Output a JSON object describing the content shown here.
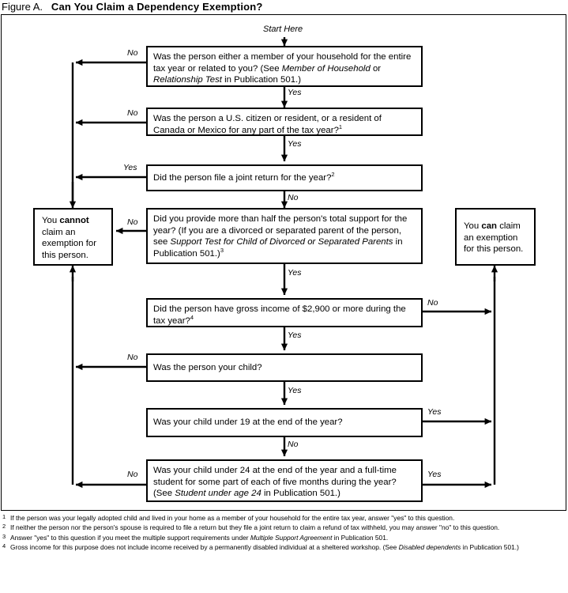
{
  "figure": {
    "label": "Figure A.",
    "title": "Can You Claim a Dependency Exemption?",
    "start_label": "Start Here"
  },
  "diagram": {
    "type": "flowchart",
    "orientation": "top-to-bottom",
    "outcomes": {
      "negative": {
        "id": "cannot",
        "text_prefix": "You ",
        "text_bold": "cannot",
        "text_rest": " claim an exemption for this person."
      },
      "positive": {
        "id": "can",
        "text_prefix": "You ",
        "text_bold": "can",
        "text_rest": " claim an exemption for this person."
      }
    },
    "steps": [
      {
        "id": "q1",
        "text": "Was the person either a member of your household for the entire tax year or related to you? (See Member of Household or Relationship Test in Publication 501.)",
        "yes": "q2",
        "no": "cannot",
        "no_label": "No",
        "yes_label": "Yes"
      },
      {
        "id": "q2",
        "text": "Was the person a U.S. citizen or resident, or a resident of Canada or Mexico for any part of the tax year?",
        "footnote": "1",
        "yes": "q3",
        "no": "cannot",
        "no_label": "No",
        "yes_label": "Yes"
      },
      {
        "id": "q3",
        "text": "Did the person file a joint return for the year?",
        "footnote": "2",
        "yes": "cannot",
        "no": "q4",
        "yes_label": "Yes",
        "no_label": "No"
      },
      {
        "id": "q4",
        "text": "Did you provide more than half the person's total support for the year? (If you are a divorced or separated parent of the person, see Support Test for Child of Divorced or Separated Parents in Publication 501.)",
        "footnote": "3",
        "yes": "q5",
        "no": "cannot",
        "no_label": "No",
        "yes_label": "Yes"
      },
      {
        "id": "q5",
        "text": "Did the person have gross income of $2,900 or more during the tax year?",
        "footnote": "4",
        "yes": "q6",
        "no": "can",
        "no_label": "No",
        "yes_label": "Yes"
      },
      {
        "id": "q6",
        "text": "Was the person your child?",
        "yes": "q7",
        "no": "cannot",
        "no_label": "No",
        "yes_label": "Yes"
      },
      {
        "id": "q7",
        "text": "Was your child under 19 at the end of the year?",
        "yes": "can",
        "no": "q8",
        "yes_label": "Yes",
        "no_label": "No"
      },
      {
        "id": "q8",
        "text": "Was your child under 24 at the end of the year and a full-time student for some part of each of five months during the year? (See Student under age 24 in Publication 501.)",
        "yes": "can",
        "no": "cannot",
        "yes_label": "Yes",
        "no_label": "No"
      }
    ]
  },
  "boxes": {
    "q1": {
      "line1": "Was the person either a member of your household for the entire",
      "line2a": "tax year or related to you? (See ",
      "line2i": "Member of Household",
      "line2b": " or",
      "line3i": "Relationship Test",
      "line3b": " in Publication 501.)"
    },
    "q2": {
      "line1": "Was the person a U.S. citizen or resident, or a resident of",
      "line2": "Canada or Mexico for any part of the tax year?",
      "sup": "1"
    },
    "q3": {
      "line1": "Did the person file a joint return for the year?",
      "sup": "2"
    },
    "q4": {
      "line1": "Did you provide more than half the person's total support for the",
      "line2": "year? (If you are a divorced or separated parent of the person,",
      "line3a": "see ",
      "line3i": "Support Test for Child of Divorced or Separated Parents",
      "line3b": " in",
      "line4": "Publication 501.)",
      "sup": "3"
    },
    "q5": {
      "line1": "Did the person have gross income of $2,900 or more during the",
      "line2": "tax year?",
      "sup": "4"
    },
    "q6": {
      "line1": "Was the person your child?"
    },
    "q7": {
      "line1": "Was your child under 19 at the end of the year?"
    },
    "q8": {
      "line1": "Was your child under 24 at the end of the year and a full-time",
      "line2": "student for some part of each of five months during the year?",
      "line3a": "(See ",
      "line3i": "Student under age 24",
      "line3b": " in Publication 501.)"
    },
    "cannot": {
      "l1a": "You ",
      "l1b": "cannot",
      "l2": "claim an",
      "l3": "exemption for",
      "l4": "this person."
    },
    "can": {
      "l1a": "You ",
      "l1b": "can",
      "l1c": " claim",
      "l2": "an exemption",
      "l3": "for this person."
    }
  },
  "edge_labels": {
    "q1_no": "No",
    "q1_yes": "Yes",
    "q2_no": "No",
    "q2_yes": "Yes",
    "q3_yes": "Yes",
    "q3_no": "No",
    "q4_no": "No",
    "q4_yes": "Yes",
    "q5_no": "No",
    "q5_yes": "Yes",
    "q6_no": "No",
    "q6_yes": "Yes",
    "q7_yes": "Yes",
    "q7_no": "No",
    "q8_no": "No",
    "q8_yes": "Yes"
  },
  "footnotes": [
    {
      "marker": "1",
      "text": "If the person was your legally adopted child and lived in your home as a member of your household for the entire tax year, answer \"yes\" to this question."
    },
    {
      "marker": "2",
      "text": "If neither the person nor the person's spouse is required to file a return but they file a joint return to claim a refund of tax withheld, you may answer \"no\" to this question."
    },
    {
      "marker": "3",
      "pre": "Answer \"yes\" to this question if you meet the multiple support requirements under ",
      "ital": "Multiple Support Agreement",
      "post": " in Publication 501."
    },
    {
      "marker": "4",
      "pre": "Gross income for this purpose does not include income received by a permanently disabled individual at a sheltered workshop. (See ",
      "ital": "Disabled dependents",
      "post": " in Publication 501.)"
    }
  ]
}
